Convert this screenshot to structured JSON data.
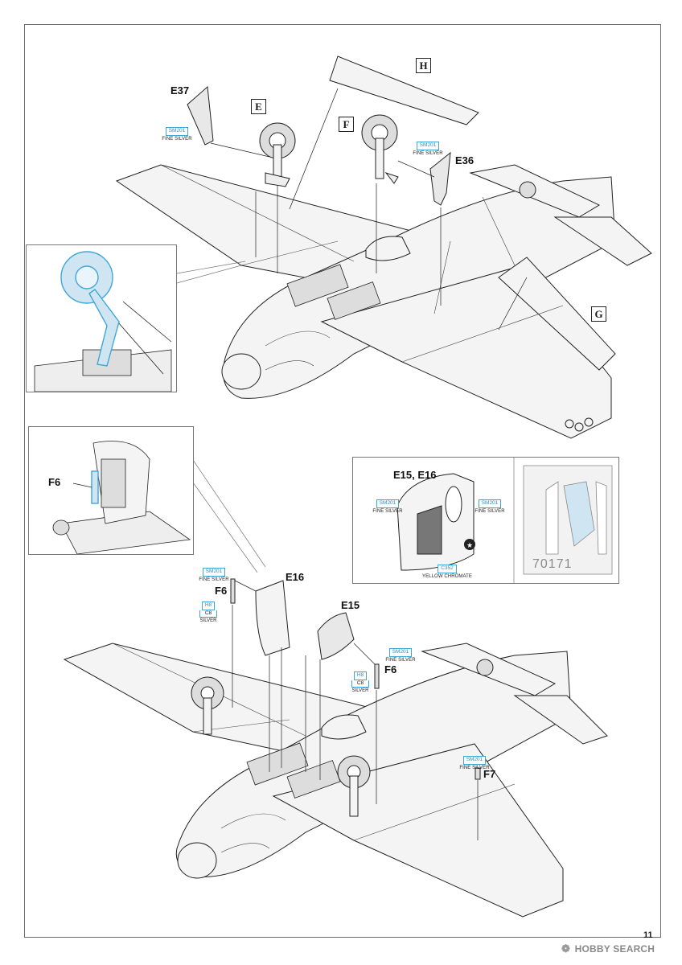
{
  "page_number": "11",
  "watermark": {
    "logo_glyph": "❁",
    "text": "HOBBY SEARCH"
  },
  "parts": {
    "e37": "E37",
    "e36": "E36",
    "e15_e16": "E15, E16",
    "e16": "E16",
    "e15": "E15",
    "f6_inset": "F6",
    "f6_left": "F6",
    "f6_right": "F6",
    "f7": "F7"
  },
  "sprue_boxes": {
    "h": "H",
    "e": "E",
    "f": "F",
    "g": "G"
  },
  "paints": {
    "sm201_code": "SM201",
    "sm201_name": "FINE SILVER",
    "c352_code": "C352",
    "c352_name": "YELLOW CHROMATE",
    "h8_code": "H8",
    "c8_code": "C8",
    "silver_name": "SILVER"
  },
  "mask_code": "70171",
  "colors": {
    "highlight": "#3fa6d6",
    "line": "#222222",
    "airframe_fill": "#f4f4f4",
    "mask_fill": "#cfe6f2"
  }
}
